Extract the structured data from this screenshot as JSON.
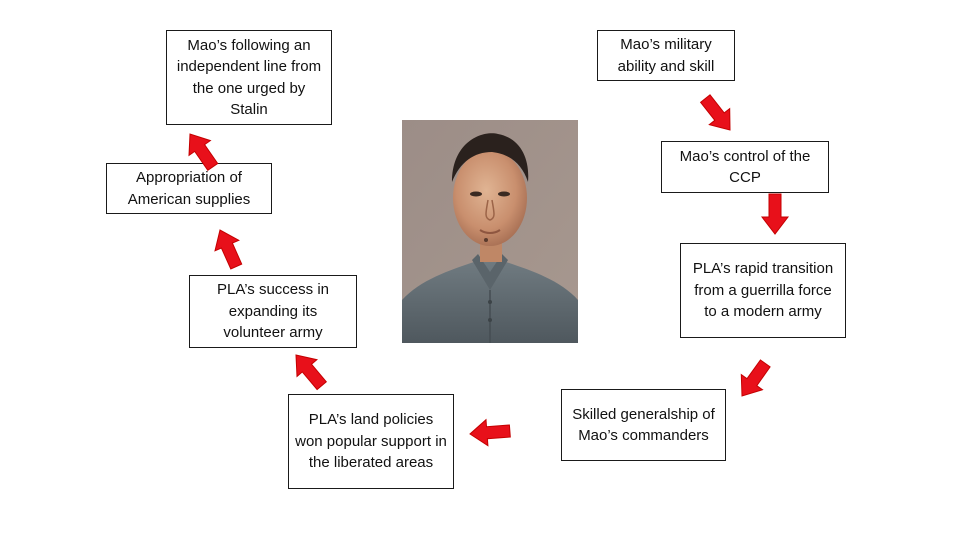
{
  "diagram": {
    "nodes": [
      {
        "id": "military",
        "label": "Mao’s military ability and skill"
      },
      {
        "id": "control",
        "label": "Mao’s control of the CCP"
      },
      {
        "id": "transition",
        "label": "PLA’s rapid transition from a guerrilla force to a modern army"
      },
      {
        "id": "generalship",
        "label": "Skilled generalship of Mao’s commanders"
      },
      {
        "id": "land",
        "label": "PLA’s land policies won popular support in the liberated areas"
      },
      {
        "id": "volunteer",
        "label": "PLA’s success in expanding its volunteer army"
      },
      {
        "id": "supplies",
        "label": "Appropriation of American supplies"
      },
      {
        "id": "independent",
        "label": "Mao’s following an independent line from the one urged by Stalin"
      }
    ],
    "edges": [
      {
        "from": "military",
        "to": "control"
      },
      {
        "from": "control",
        "to": "transition"
      },
      {
        "from": "transition",
        "to": "generalship"
      },
      {
        "from": "generalship",
        "to": "land"
      },
      {
        "from": "land",
        "to": "volunteer"
      },
      {
        "from": "volunteer",
        "to": "supplies"
      },
      {
        "from": "supplies",
        "to": "independent"
      }
    ],
    "arrow_color": "#e8101a",
    "arrow_outline": "#c40000"
  }
}
